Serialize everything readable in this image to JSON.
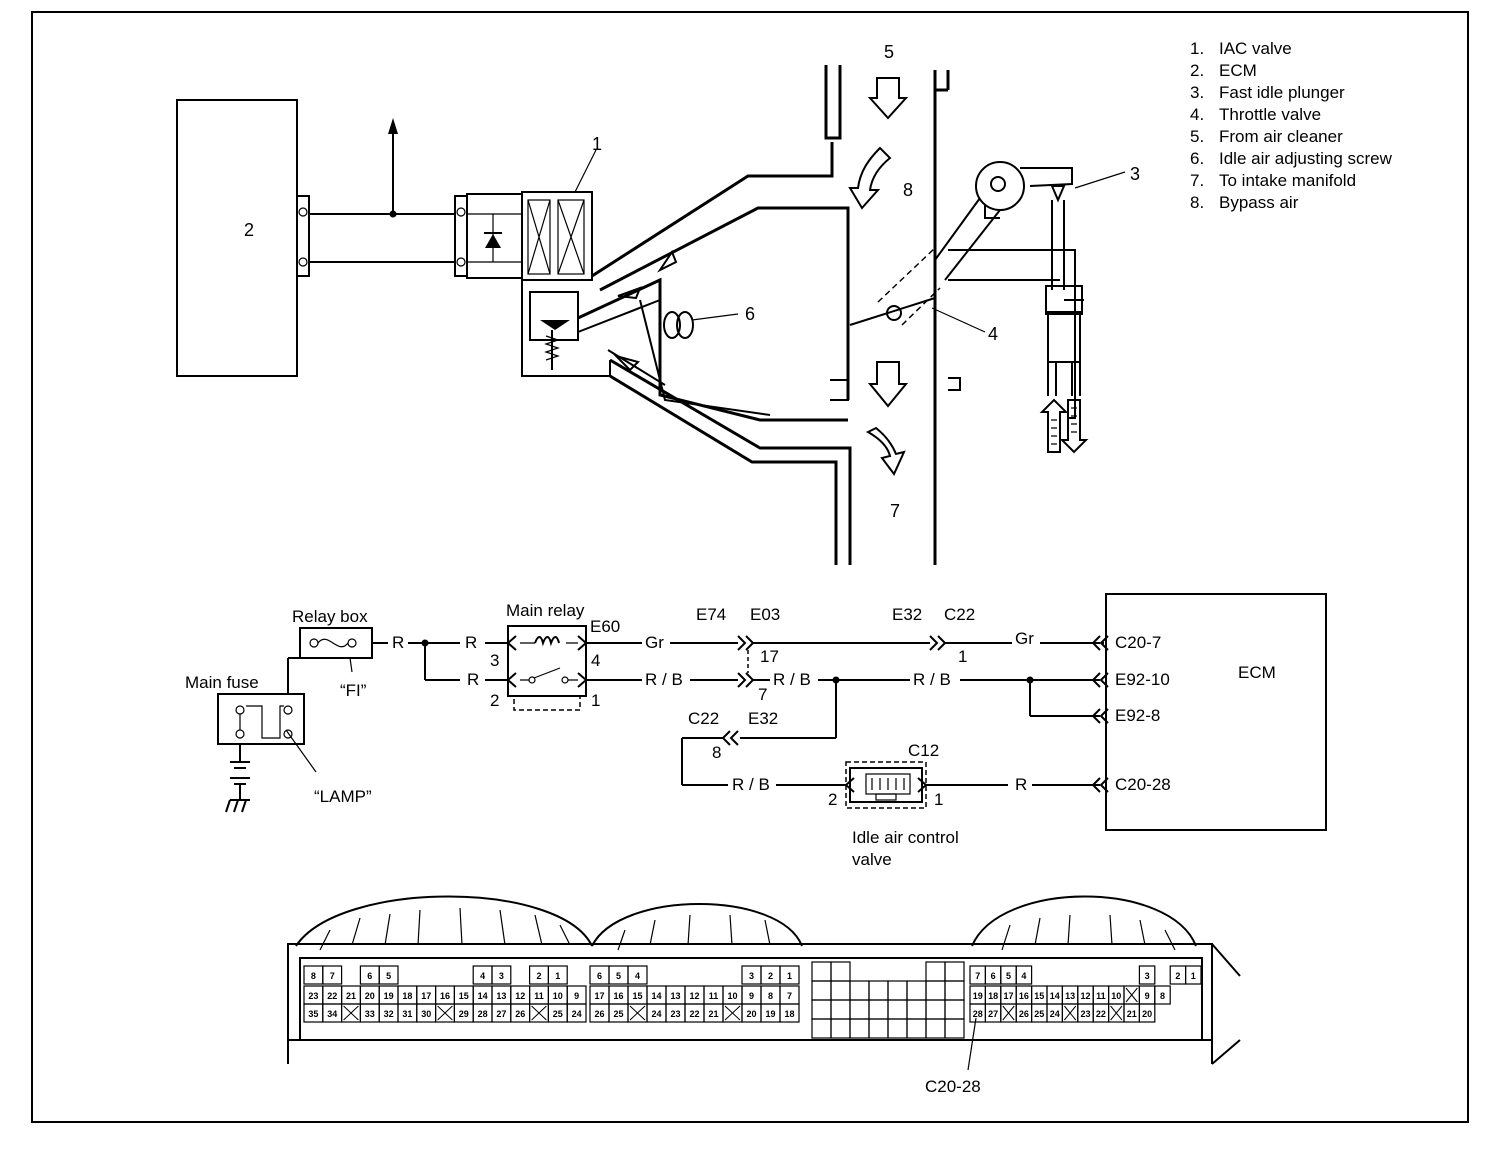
{
  "legend": [
    {
      "num": "1.",
      "text": "IAC valve"
    },
    {
      "num": "2.",
      "text": "ECM"
    },
    {
      "num": "3.",
      "text": "Fast idle plunger"
    },
    {
      "num": "4.",
      "text": "Throttle valve"
    },
    {
      "num": "5.",
      "text": "From air cleaner"
    },
    {
      "num": "6.",
      "text": "Idle air adjusting screw"
    },
    {
      "num": "7.",
      "text": "To intake manifold"
    },
    {
      "num": "8.",
      "text": "Bypass air"
    }
  ],
  "callouts": {
    "c1": "1",
    "c2": "2",
    "c3": "3",
    "c4": "4",
    "c5": "5",
    "c6": "6",
    "c7": "7",
    "c8": "8"
  },
  "wiring": {
    "relay_box": "Relay box",
    "main_fuse": "Main fuse",
    "fi": "“FI”",
    "lamp": "“LAMP”",
    "main_relay": "Main relay",
    "e60": "E60",
    "e74": "E74",
    "e03": "E03",
    "e32a": "E32",
    "c22a": "C22",
    "c22b": "C22",
    "e32b": "E32",
    "c12": "C12",
    "ecm": "ECM",
    "iac_line1": "Idle air control",
    "iac_line2": "valve",
    "wire_r1": "R",
    "wire_r2": "R",
    "wire_r3": "R",
    "wire_r4": "R",
    "wire_gr1": "Gr",
    "wire_gr2": "Gr",
    "wire_rb1": "R / B",
    "wire_rb2": "R / B",
    "wire_rb3": "R / B",
    "wire_rb4": "R / B",
    "relay_pin3": "3",
    "relay_pin4": "4",
    "relay_pin2": "2",
    "relay_pin1": "1",
    "pin17": "17",
    "pin1c": "1",
    "pin7": "7",
    "pin8": "8",
    "iac_pin2": "2",
    "iac_pin1": "1",
    "ecm_c20_7": "C20-7",
    "ecm_e92_10": "E92-10",
    "ecm_e92_8": "E92-8",
    "ecm_c20_28": "C20-28"
  },
  "connector": {
    "pointer_label": "C20-28",
    "blockA": {
      "r1": [
        "8",
        "7",
        "",
        "6",
        "5",
        "",
        "",
        "",
        "",
        "4",
        "3",
        "",
        "2",
        "1"
      ],
      "r2": [
        "23",
        "22",
        "21",
        "20",
        "19",
        "18",
        "17",
        "16",
        "15",
        "14",
        "13",
        "12",
        "11",
        "10",
        "9"
      ],
      "r3": [
        "35",
        "34",
        "",
        "33",
        "32",
        "31",
        "30",
        "",
        "29",
        "28",
        "27",
        "26",
        "",
        "25",
        "24"
      ]
    },
    "blockB": {
      "r1": [
        "6",
        "5",
        "4",
        "",
        "",
        "",
        "",
        "",
        "3",
        "2",
        "1"
      ],
      "r2": [
        "17",
        "16",
        "15",
        "14",
        "13",
        "12",
        "11",
        "10",
        "9",
        "8",
        "7"
      ],
      "r3": [
        "26",
        "25",
        "",
        "24",
        "23",
        "22",
        "21",
        "",
        "20",
        "19",
        "18"
      ]
    },
    "blockD": {
      "r1": [
        "7",
        "6",
        "5",
        "4",
        "",
        "",
        "",
        "",
        "",
        "",
        "",
        "3",
        "",
        "2",
        "1"
      ],
      "r2": [
        "19",
        "18",
        "17",
        "16",
        "15",
        "14",
        "13",
        "12",
        "11",
        "10",
        "",
        "9",
        "8"
      ],
      "r3": [
        "28",
        "27",
        "",
        "26",
        "25",
        "24",
        "",
        "23",
        "22",
        "",
        "21",
        "20"
      ]
    }
  }
}
